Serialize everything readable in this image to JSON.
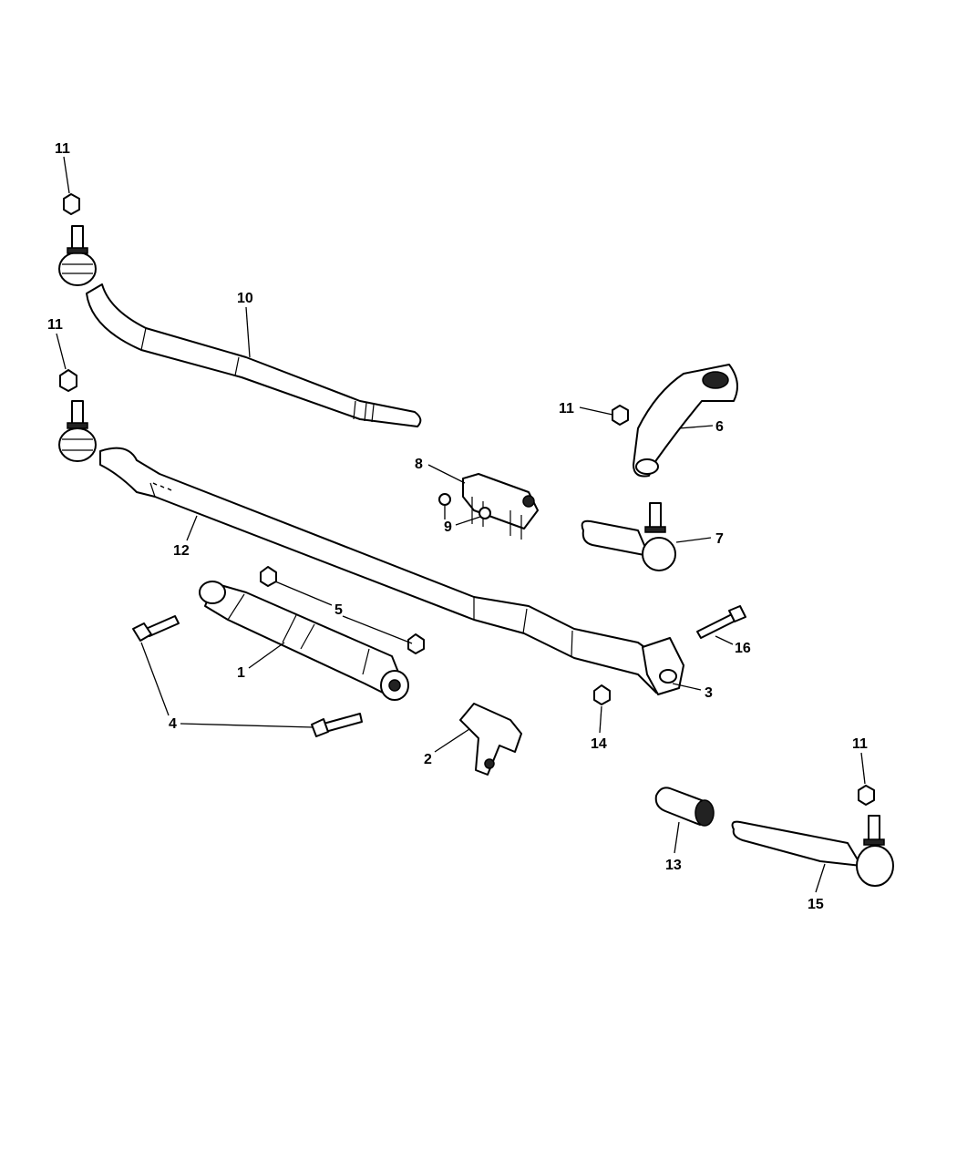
{
  "diagram": {
    "title": "Steering linkage exploded parts diagram",
    "callouts": {
      "c11a": "11",
      "c11b": "11",
      "c11c": "11",
      "c11d": "11",
      "c10": "10",
      "c12": "12",
      "c6": "6",
      "c8": "8",
      "c9": "9",
      "c7": "7",
      "c5": "5",
      "c16": "16",
      "c1": "1",
      "c3": "3",
      "c4": "4",
      "c2": "2",
      "c14": "14",
      "c13": "13",
      "c15": "15"
    }
  }
}
